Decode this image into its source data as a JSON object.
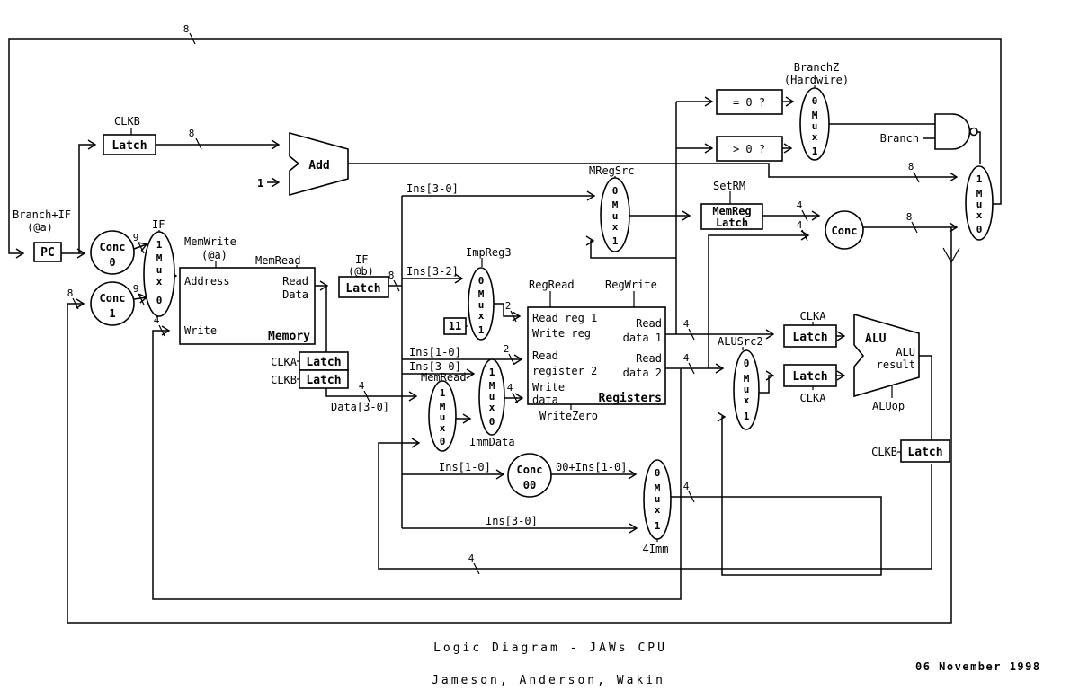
{
  "captions": {
    "title": "Logic Diagram - JAWs CPU",
    "authors": "Jameson, Anderson, Wakin",
    "date": "06 November 1998"
  },
  "mux": {
    "m": "M",
    "u": "u",
    "x": "x",
    "zero": "0",
    "one": "1"
  },
  "bits": {
    "b1": "1",
    "b2": "2",
    "b4": "4",
    "b8": "8",
    "b9": "9"
  },
  "signals": {
    "branch_if": "Branch+IF",
    "at_a": "(@a)",
    "clkb": "CLKB",
    "clka": "CLKA",
    "if_label": "IF",
    "at_b": "(@b)",
    "memwrite": "MemWrite",
    "memread": "MemRead",
    "ins30": "Ins[3-0]",
    "ins32": "Ins[3-2]",
    "ins10": "Ins[1-0]",
    "data30": "Data[3-0]",
    "impreg3": "ImpReg3",
    "regread": "RegRead",
    "regwrite": "RegWrite",
    "writezero": "WriteZero",
    "mregsrc": "MRegSrc",
    "setrm": "SetRM",
    "immdata": "ImmData",
    "conc00_out": "00+Ins[1-0]",
    "fourimm": "4Imm",
    "branchz": "BranchZ",
    "hardwire": "(Hardwire)",
    "branch": "Branch",
    "alusrc2": "ALUSrc2",
    "aluop": "ALUop",
    "alu_res1": "ALU",
    "alu_res2": "result"
  },
  "components": {
    "pc": "PC",
    "latch": "Latch",
    "add": "Add",
    "conc": "Conc",
    "zero": "0",
    "one": "1",
    "const11": "11",
    "memreg1": "MemReg",
    "memreg2": "Latch",
    "conc00a": "Conc",
    "conc00b": "00",
    "eq0": "= 0 ?",
    "gt0": "> 0 ?",
    "alu": "ALU",
    "memory": {
      "address": "Address",
      "write": "Write",
      "read": "Read",
      "data": "Data",
      "name": "Memory"
    },
    "registers": {
      "rr1": "Read reg 1",
      "wreg": "Write reg",
      "read": "Read",
      "data1": "data 1",
      "reg2": "register 2",
      "data2": "data 2",
      "write": "Write",
      "data": "data",
      "name": "Registers"
    }
  }
}
